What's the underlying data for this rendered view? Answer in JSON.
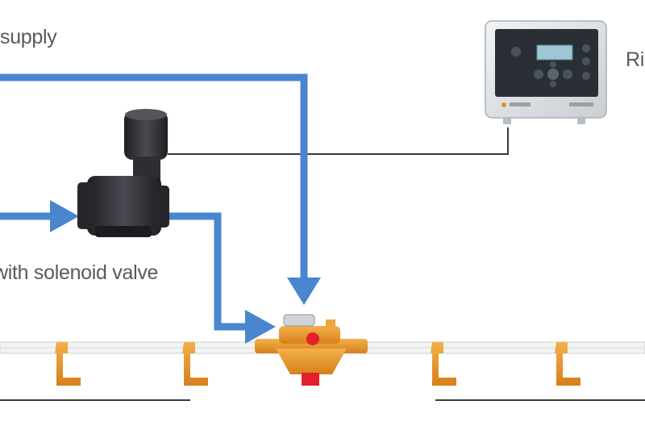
{
  "labels": {
    "supply": "supply",
    "solenoid": "with solenoid valve",
    "controller": "Ri"
  },
  "colors": {
    "flow_arrow": "#4a86cf",
    "wire": "#3a3a3a",
    "valve_body": "#2b2b2f",
    "drinker_orange": "#e3931f",
    "pipe": "#dcdcdc",
    "controller_case": "#dfe3e6",
    "controller_panel": "#2a2f36",
    "regulator_red": "#e2202a"
  },
  "icons": {
    "solenoid_valve": "solenoid-valve-icon",
    "controller": "controller-box-icon",
    "pressure_regulator": "pressure-regulator-icon",
    "drinker": "drinker-nipple-icon"
  }
}
